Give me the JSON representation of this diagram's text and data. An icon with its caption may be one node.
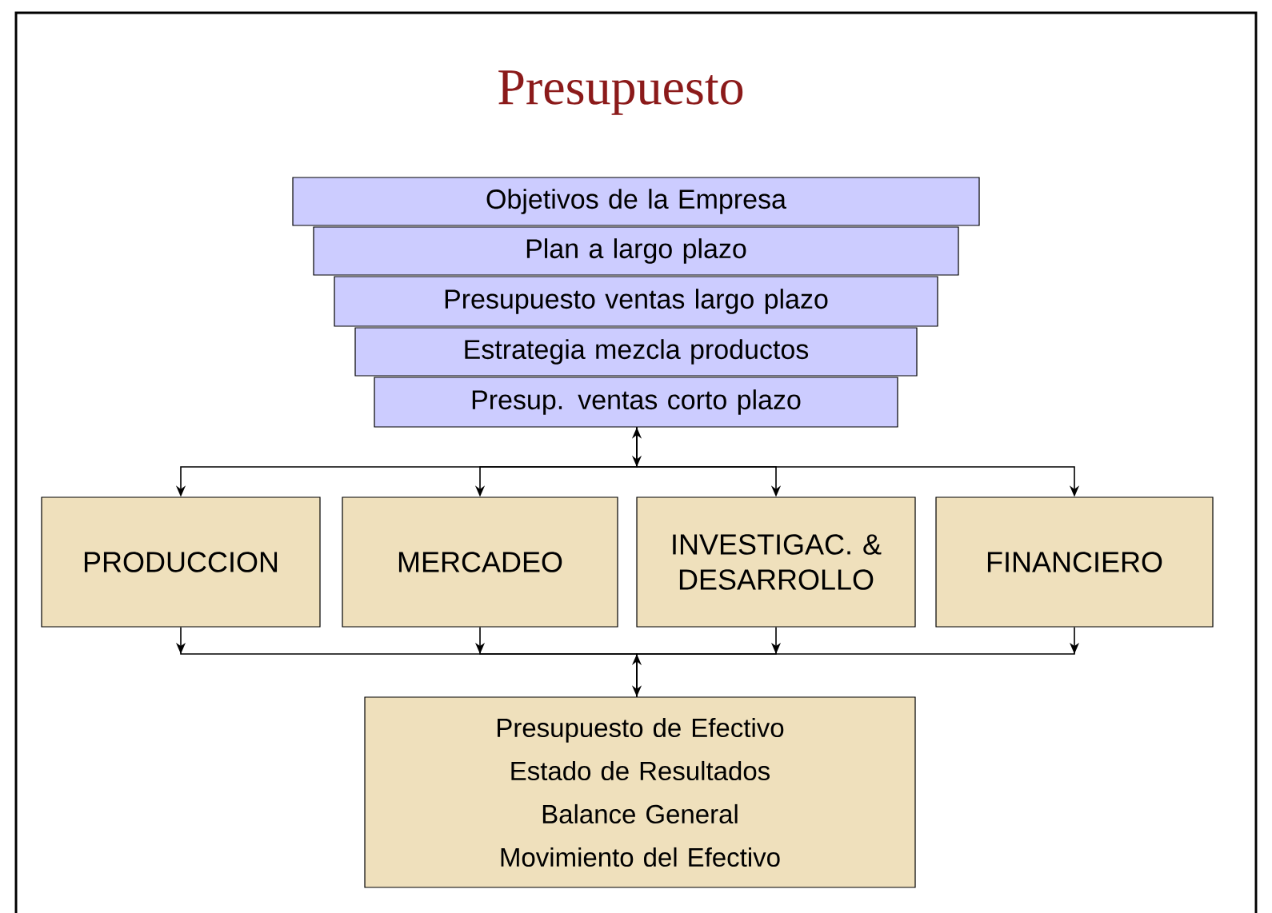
{
  "diagram": {
    "title": "Presupuesto",
    "nodes": [
      {
        "text": [
          "Objetivos de la Empresa"
        ]
      },
      {
        "text": [
          "Plan a largo plazo"
        ]
      },
      {
        "text": [
          "Presupuesto ventas largo plazo"
        ]
      },
      {
        "text": [
          "Estrategia mezcla productos"
        ]
      },
      {
        "text": [
          "Presup. ventas corto plazo"
        ]
      },
      {
        "text": [
          "PRODUCCION"
        ]
      },
      {
        "text": [
          "MERCADEO"
        ]
      },
      {
        "text": [
          "INVESTIGAC. & DESARROLLO"
        ]
      },
      {
        "text": [
          "FINANCIERO"
        ]
      },
      {
        "text": [
          "Presupuesto de Efectivo",
          "Estado de Resultados",
          "Balance General",
          "Movimiento del Efectivo"
        ]
      }
    ],
    "edges": [
      {
        "from": 4,
        "to": 5,
        "arrow": "both"
      },
      {
        "from": 4,
        "to": 6,
        "arrow": "both"
      },
      {
        "from": 4,
        "to": 7,
        "arrow": "both"
      },
      {
        "from": 4,
        "to": 8,
        "arrow": "both"
      },
      {
        "from": 5,
        "to": 9,
        "arrow": "to"
      },
      {
        "from": 6,
        "to": 9,
        "arrow": "to"
      },
      {
        "from": 7,
        "to": 9,
        "arrow": "to"
      },
      {
        "from": 8,
        "to": 9,
        "arrow": "to"
      }
    ]
  }
}
